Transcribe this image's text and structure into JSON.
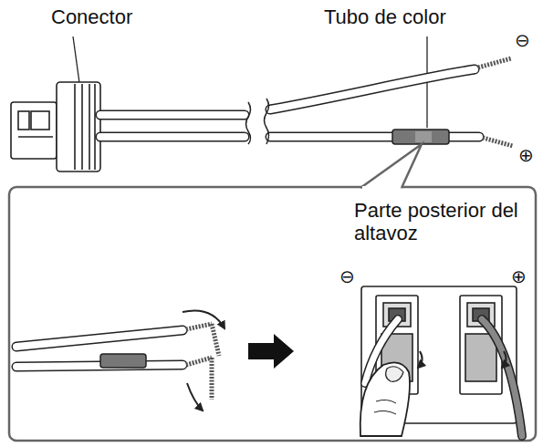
{
  "diagram": {
    "labels": [
      "Conector",
      "Tubo de color",
      "⊖",
      "⊕",
      "Parte posterior del altavoz",
      "⊖",
      "⊕"
    ]
  }
}
